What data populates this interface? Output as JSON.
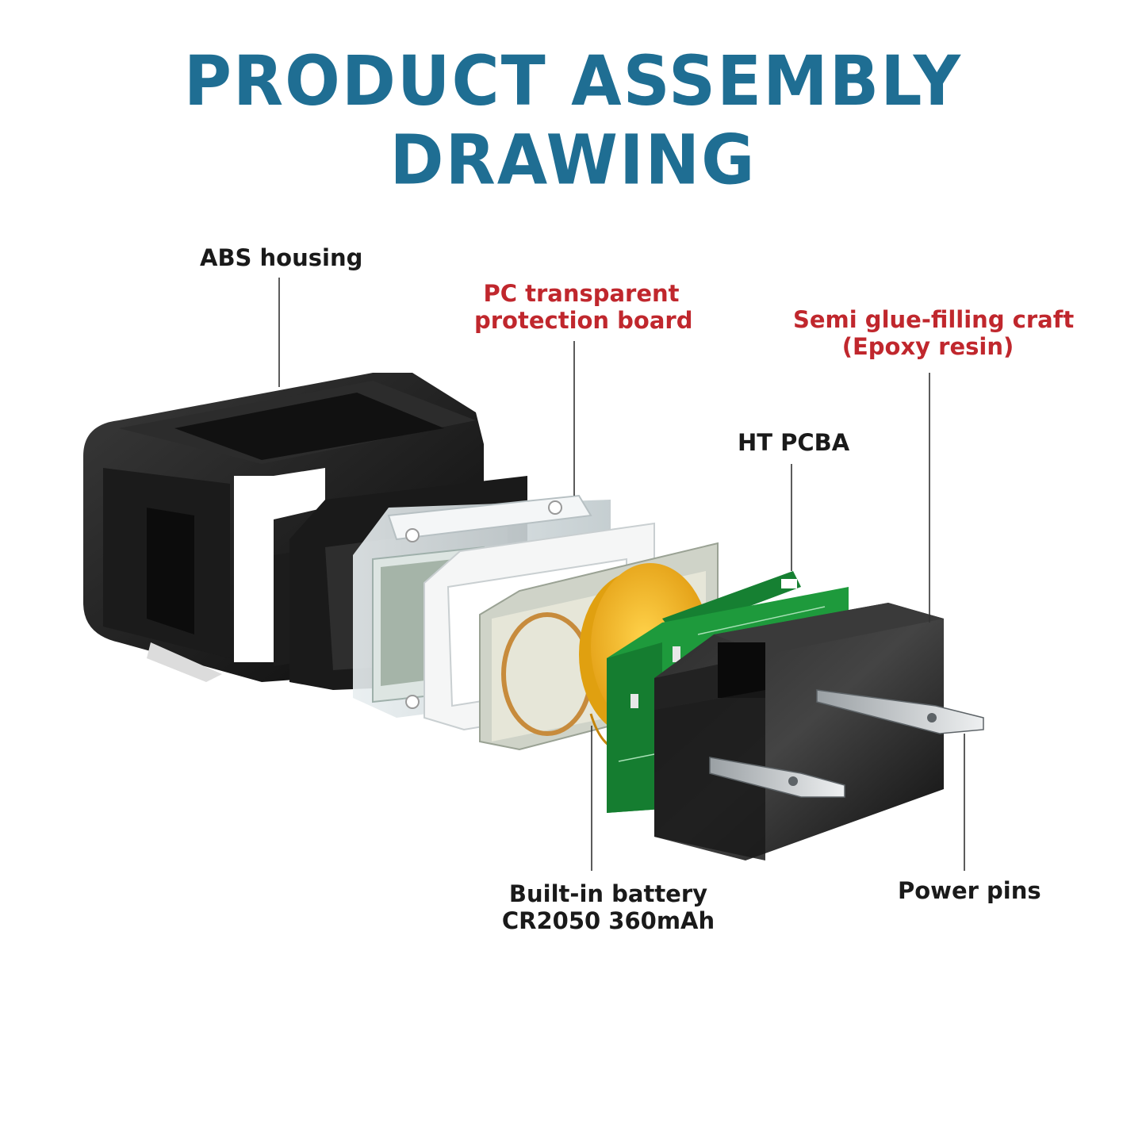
{
  "title": "PRODUCT ASSEMBLY DRAWING",
  "labels": {
    "abs_housing": "ABS housing",
    "pc_board_line1": "PC transparent",
    "pc_board_line2": "protection board",
    "glue_line1": "Semi glue-filling craft",
    "glue_line2": "(Epoxy resin)",
    "pcba": "HT PCBA",
    "battery_line1": "Built-in battery",
    "battery_line2": "CR2050 360mAh",
    "power_pins": "Power pins"
  },
  "colors": {
    "title": "#1f6e93",
    "accent_label": "#c0272d",
    "normal_label": "#1a1a1a",
    "pcb": "#1e9a3c",
    "battery": "#f2b21c",
    "housing": "#141414"
  }
}
